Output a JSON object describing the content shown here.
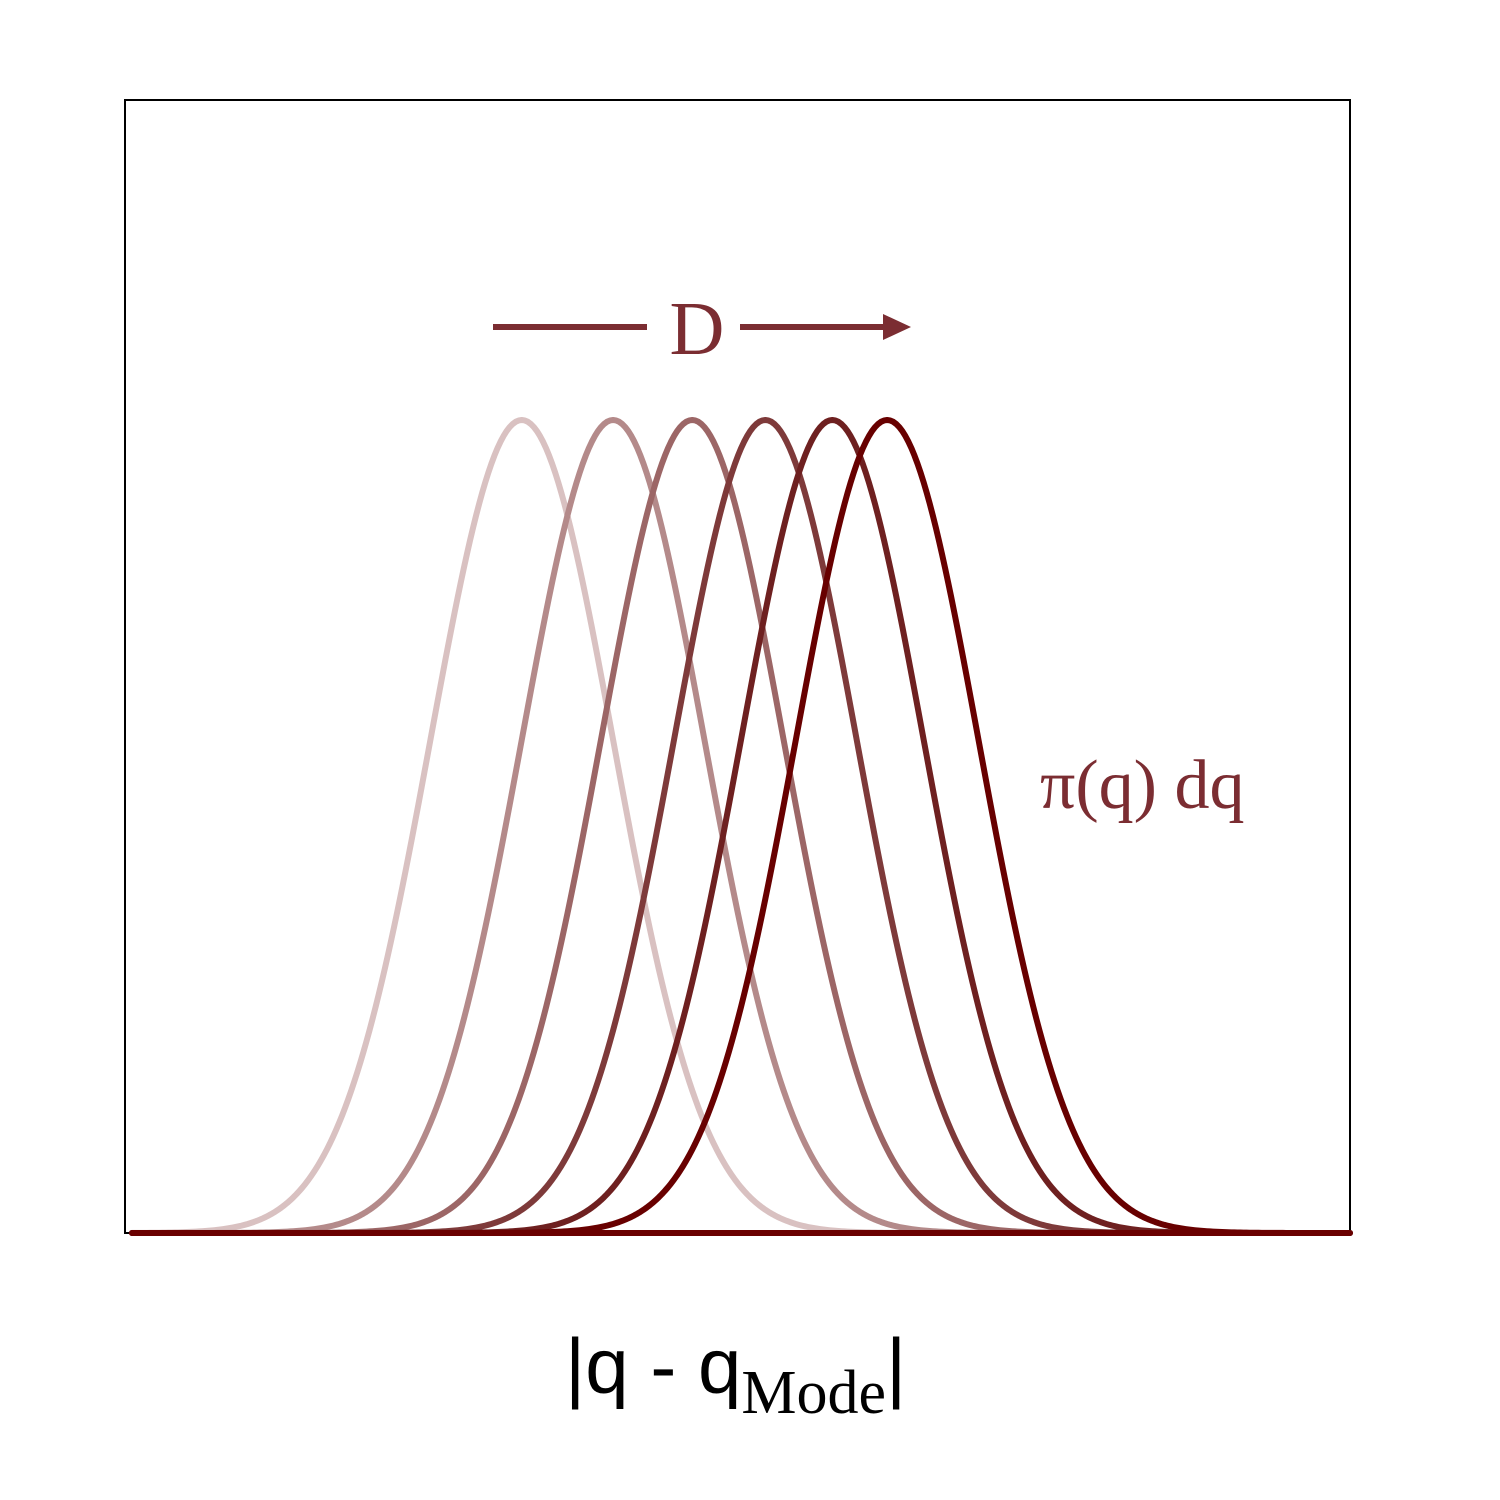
{
  "chart_data": {
    "type": "line",
    "xlabel": "|q - q",
    "xlabel_subscript": "Mode",
    "xlabel_suffix": "|",
    "ylabel": "",
    "title": "",
    "xlim": [
      0,
      10
    ],
    "ylim": [
      0,
      1
    ],
    "grid": false,
    "series": [
      {
        "center": 3.2,
        "sigma": 0.75,
        "peak": 1.0,
        "color": "#d9c1c1"
      },
      {
        "center": 3.95,
        "sigma": 0.75,
        "peak": 1.0,
        "color": "#b48a8a"
      },
      {
        "center": 4.6,
        "sigma": 0.75,
        "peak": 1.0,
        "color": "#9c6666"
      },
      {
        "center": 5.2,
        "sigma": 0.75,
        "peak": 1.0,
        "color": "#7e3a3a"
      },
      {
        "center": 5.75,
        "sigma": 0.75,
        "peak": 1.0,
        "color": "#6e2020"
      },
      {
        "center": 6.2,
        "sigma": 0.75,
        "peak": 1.0,
        "color": "#680000"
      }
    ],
    "annotations": {
      "arrow_label": "D",
      "arrow_direction": "right",
      "curve_label": "π(q) dq"
    },
    "colors": {
      "annotation": "#7b2d32",
      "baseline": "#6a0000",
      "frame": "#000000"
    }
  }
}
